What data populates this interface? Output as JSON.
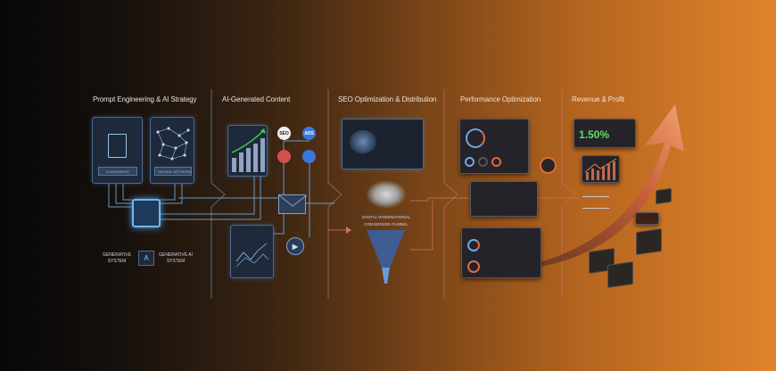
{
  "sections": [
    {
      "title": "Prompt Engineering & AI Strategy"
    },
    {
      "title": "AI-Generated Content"
    },
    {
      "title": "SEO Optimization & Distribution"
    },
    {
      "title": "Performance Optimization"
    },
    {
      "title": "Revenue & Profit"
    }
  ],
  "col1": {
    "panel_a_button": "AI ENGINEER",
    "panel_b_button": "NEURAL NETWORK",
    "left_label": "GENERATIVE SYSTEM",
    "right_label": "GENERATIVE AI SYSTEM",
    "chip_icon": "A"
  },
  "col2": {
    "icon_seo": "SEO",
    "icon_ads": "ADS"
  },
  "col3": {
    "caption_line1": "DIGITAL INTERNATIONAL",
    "caption_line2": "CONVERSION FUNNEL"
  },
  "col5": {
    "metric": "1.50%"
  },
  "colors": {
    "accent_orange": "#e0842c",
    "metric_green": "#5fe05a",
    "panel_blue": "#1e2a3c"
  }
}
